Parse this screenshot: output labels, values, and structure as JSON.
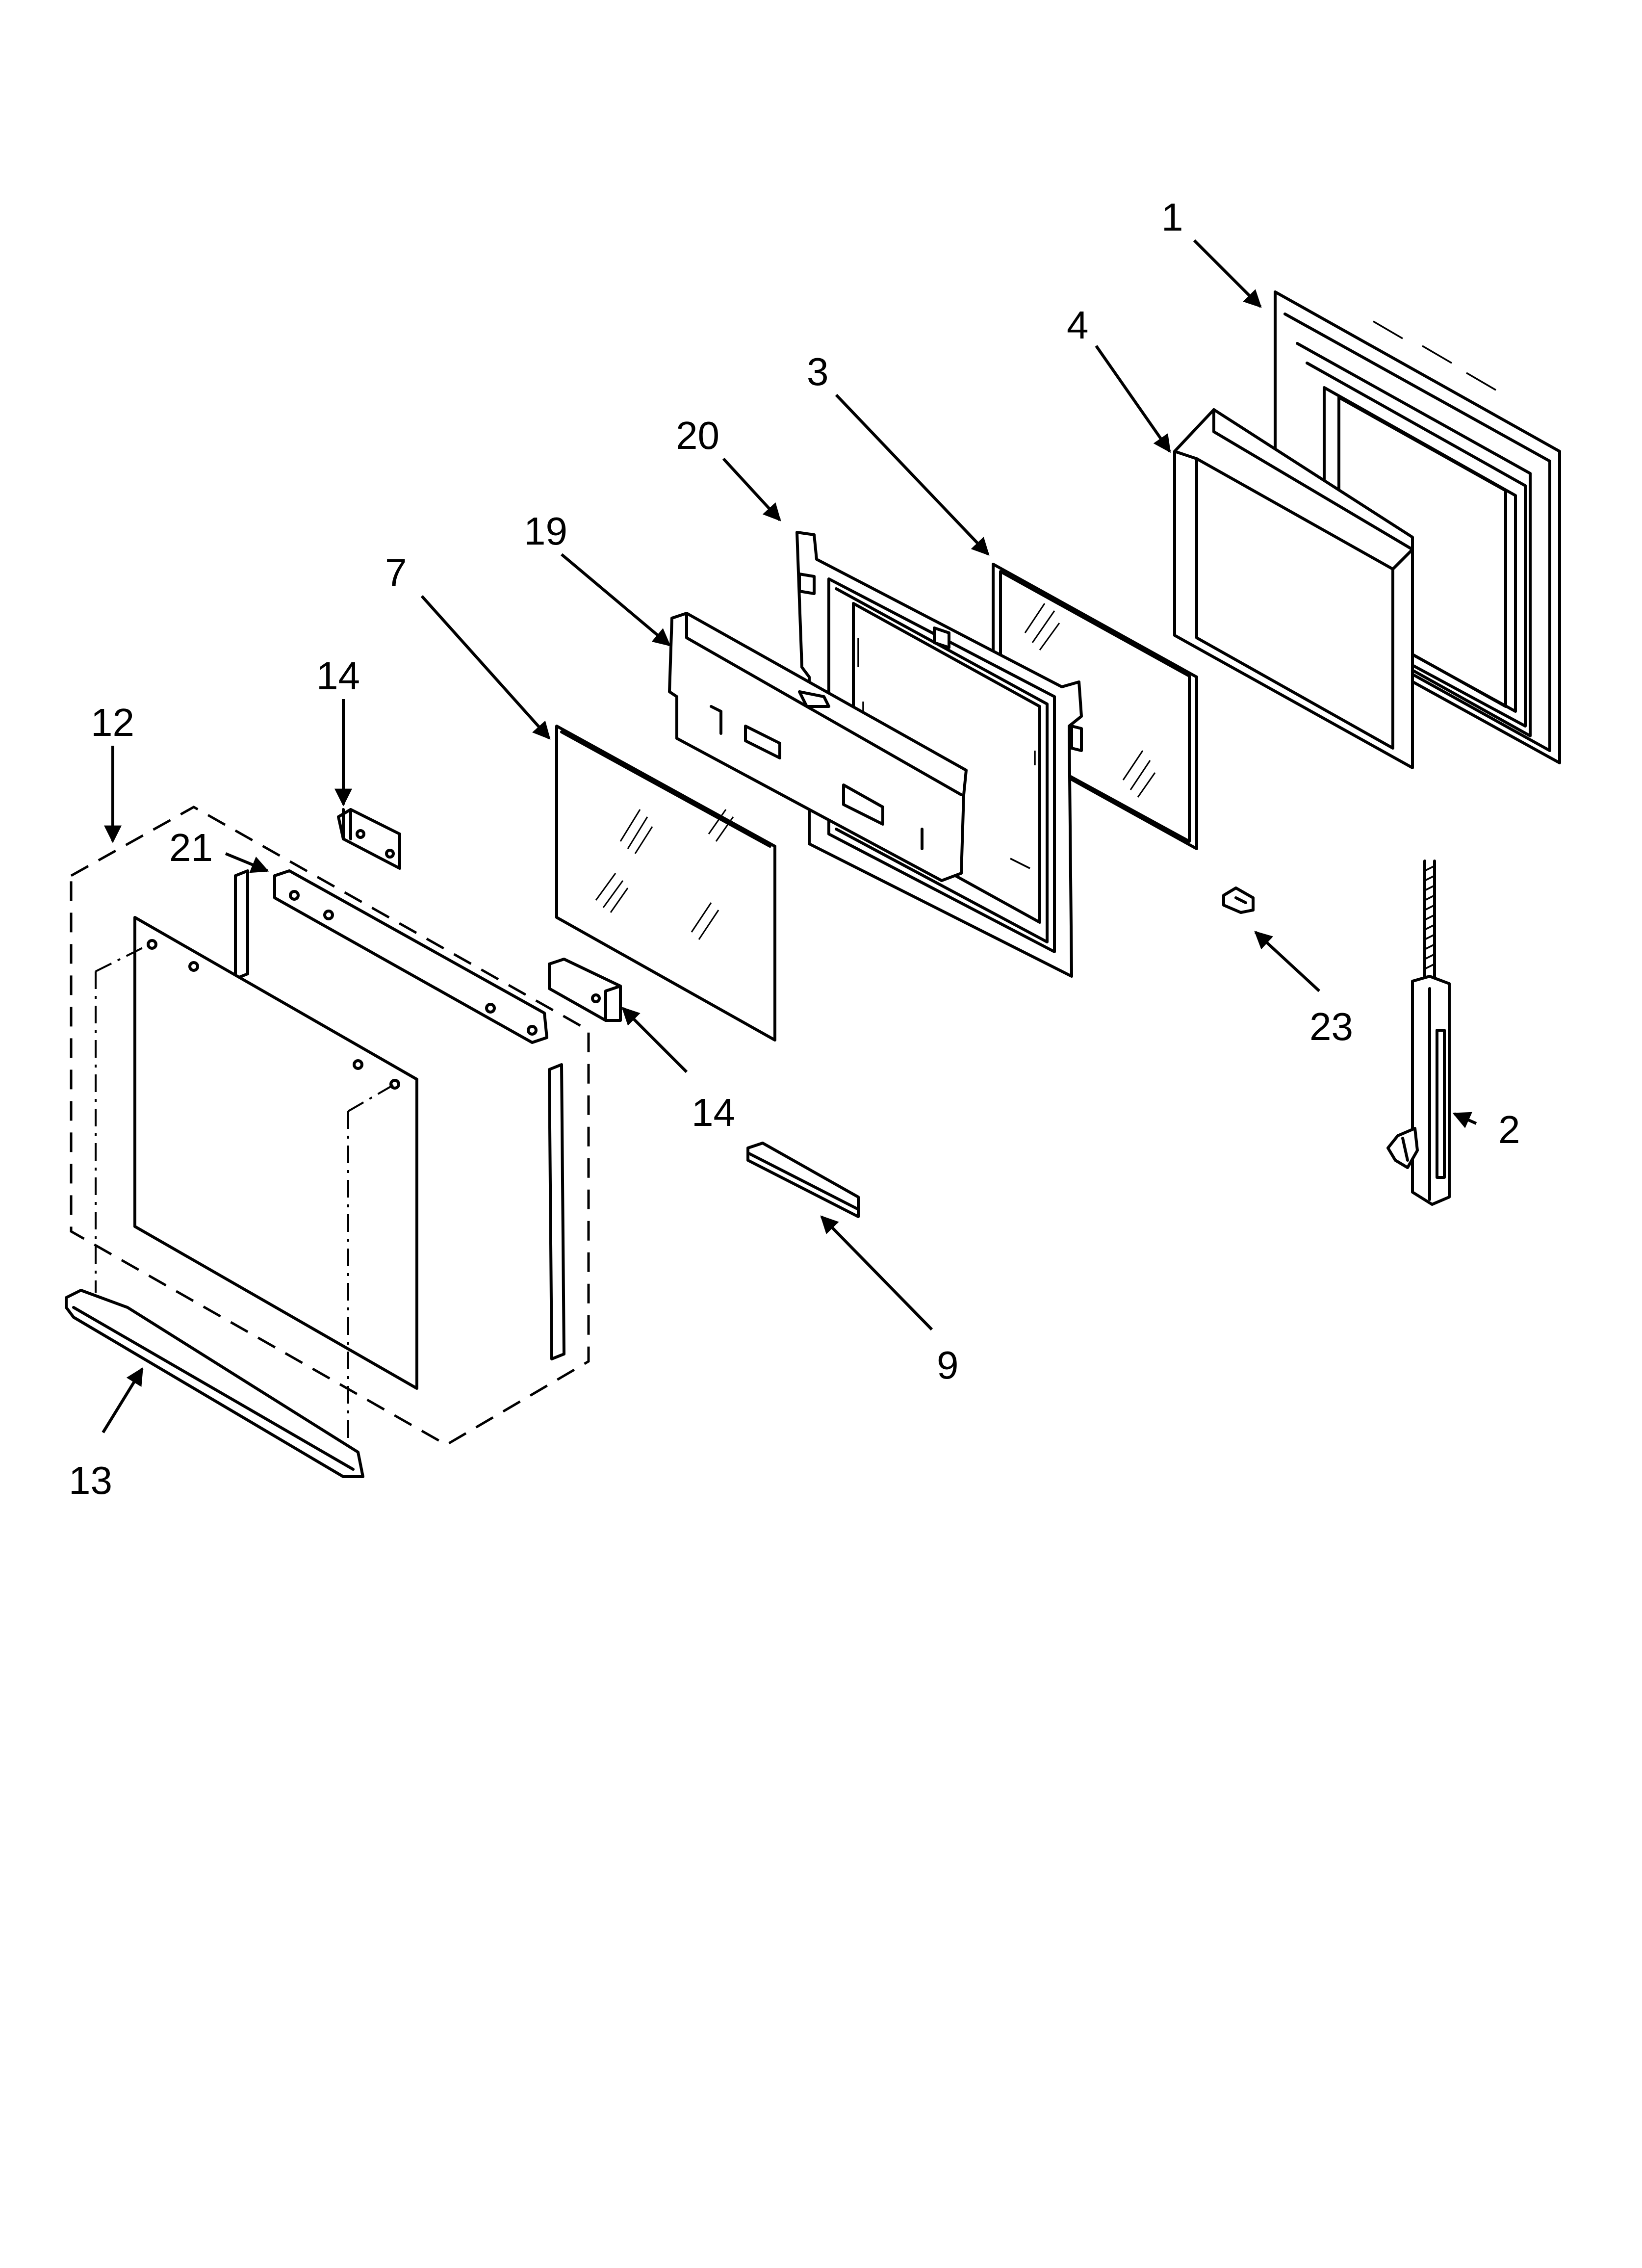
{
  "diagram": {
    "callouts": {
      "p1": "1",
      "p2": "2",
      "p3": "3",
      "p4": "4",
      "p7": "7",
      "p9": "9",
      "p12": "12",
      "p13": "13",
      "p14_top": "14",
      "p14_mid": "14",
      "p19": "19",
      "p20": "20",
      "p21": "21",
      "p23": "23"
    }
  },
  "colors": {
    "line": "#000000",
    "background": "#ffffff"
  }
}
